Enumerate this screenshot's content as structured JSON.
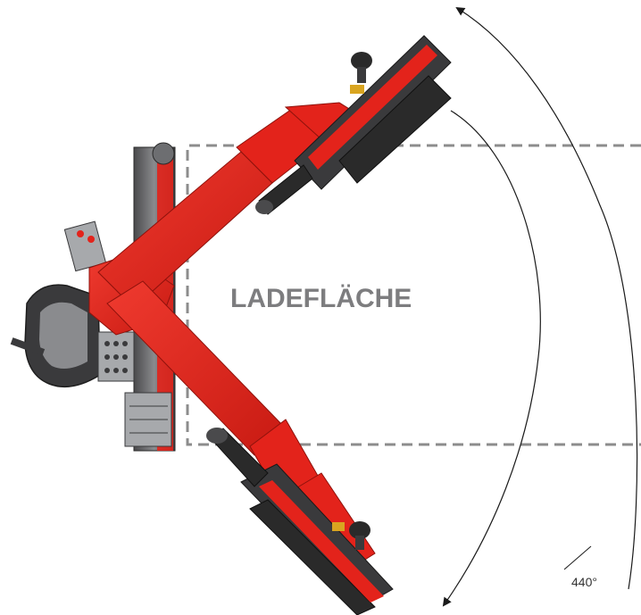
{
  "diagram": {
    "cargo_area_label": "LADEFLÄCHE",
    "rotation_label": "440°"
  },
  "colors": {
    "crane_red": "#e3231b",
    "crane_red_shade": "#b3160f",
    "steel_dark": "#3a3a3c",
    "steel_mid": "#6d6e71",
    "steel_light": "#a7a9ac",
    "dash_gray": "#8c8c8c",
    "label_gray": "#7d7d7f",
    "arc_black": "#1a1a1a"
  },
  "icons": [
    "crane-arm-upper",
    "crane-arm-lower",
    "operator-seat",
    "grapple-rotator",
    "rotation-arrow"
  ]
}
